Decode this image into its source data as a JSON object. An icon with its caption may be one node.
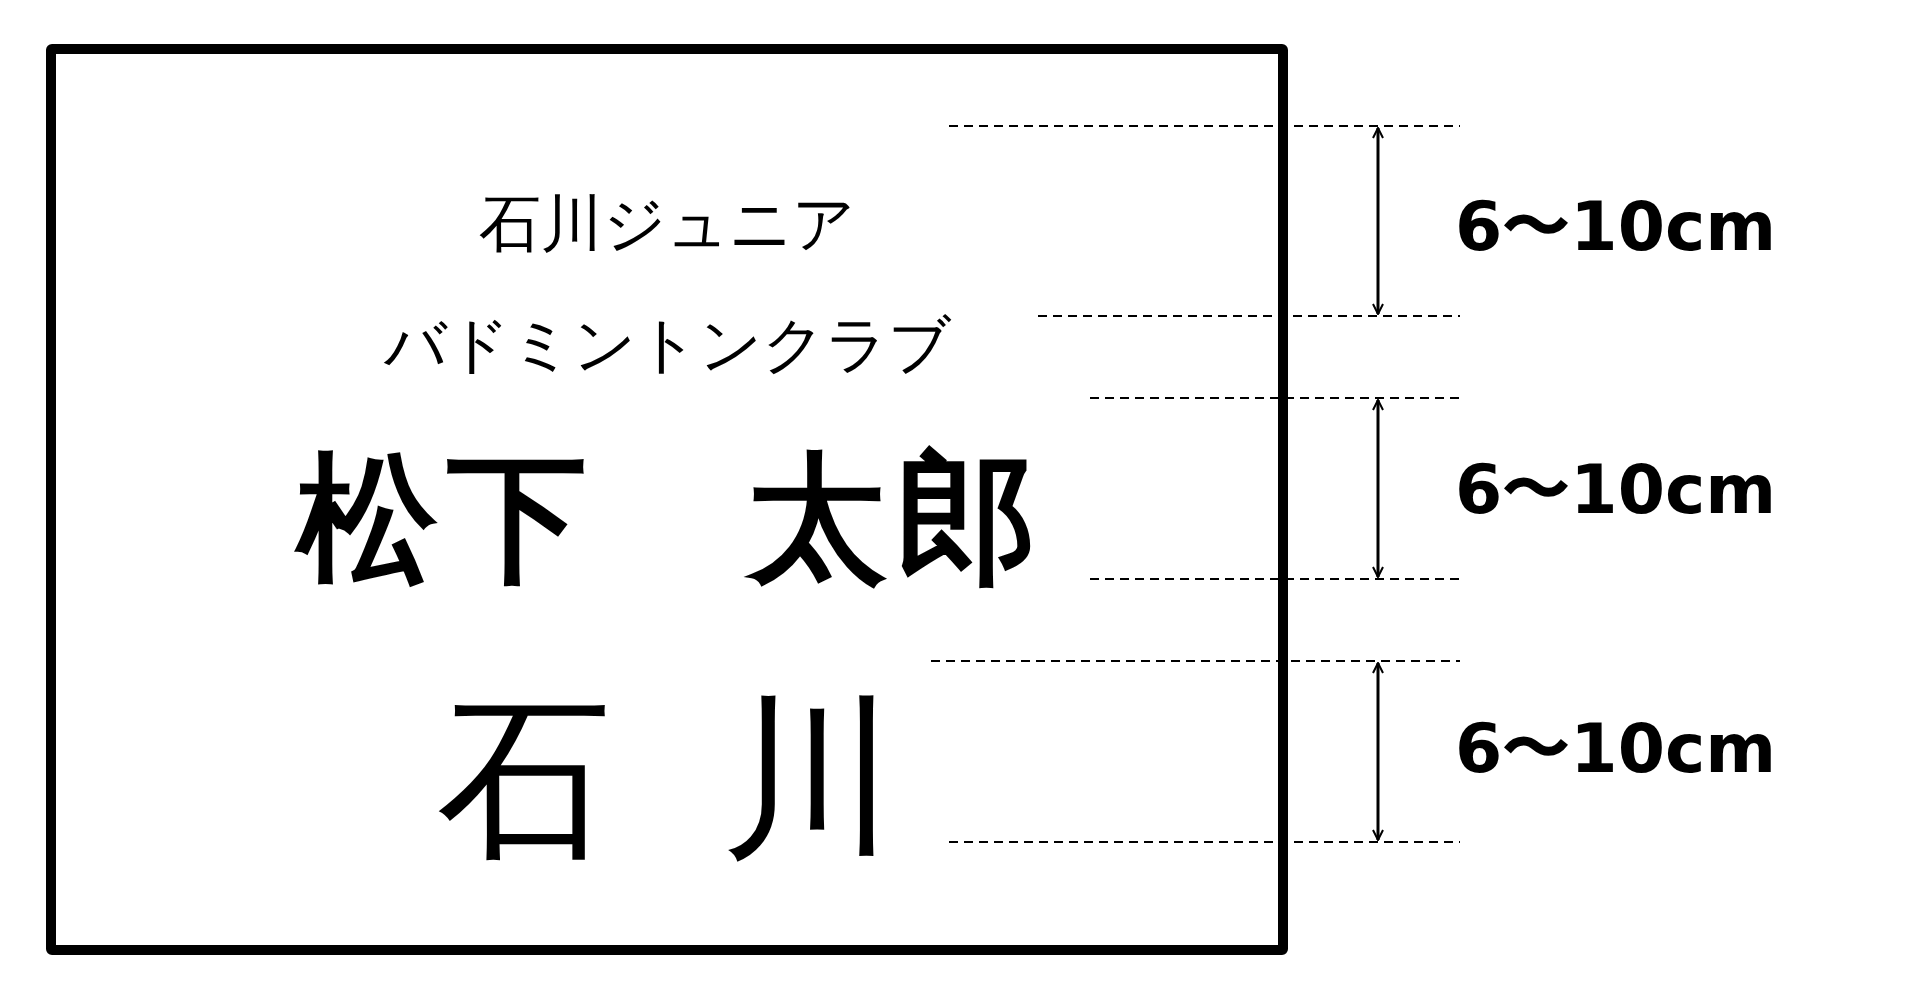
{
  "diagram": {
    "nodes": [
      {
        "text": [
          "石川ジュニアバドミントンクラブ",
          "松下　太郎",
          "石川"
        ]
      }
    ],
    "edges": [],
    "labels": [
      "6〜10cm",
      "6〜10cm",
      "6〜10cm"
    ]
  }
}
